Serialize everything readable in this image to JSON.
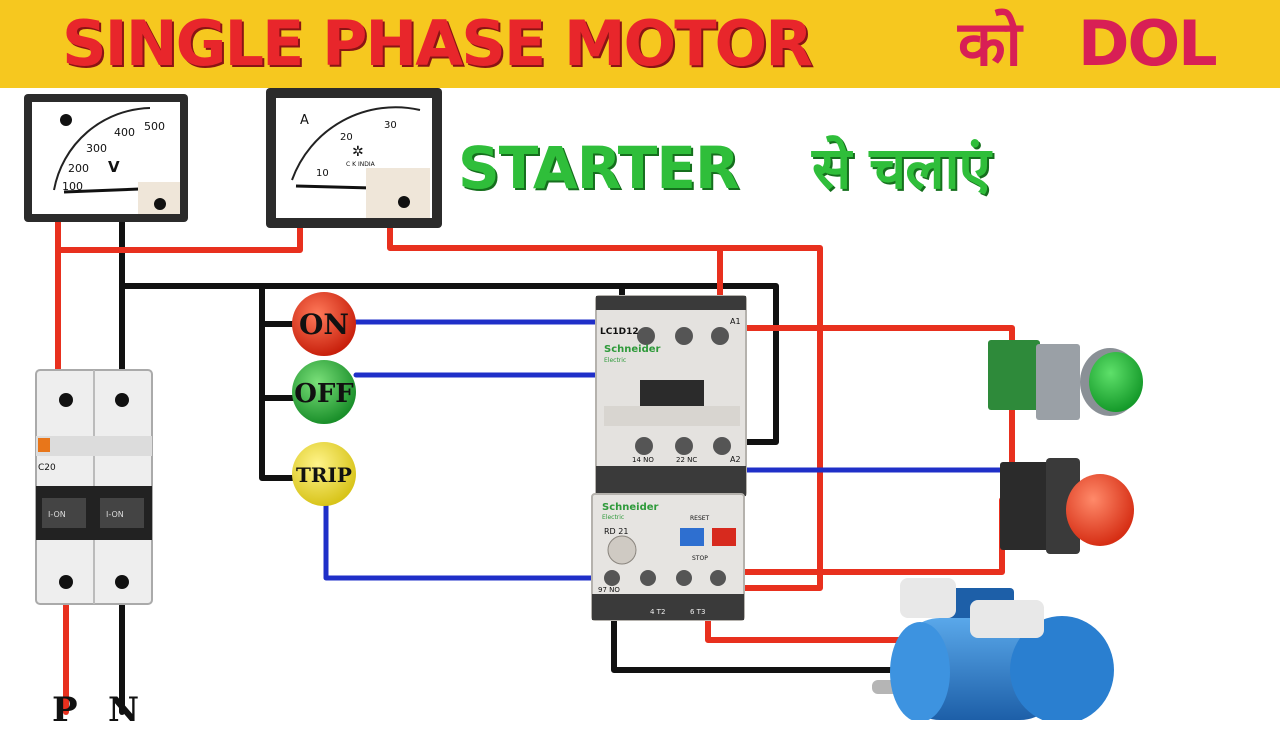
{
  "title": {
    "line1": "SINGLE PHASE MOTOR",
    "line1_hindi": "को",
    "line1_end": "DOL",
    "line2": "STARTER",
    "line2_hindi": "से चलाएं"
  },
  "voltmeter": {
    "unit": "V",
    "scale": [
      "100",
      "200",
      "300",
      "400",
      "500"
    ]
  },
  "ammeter": {
    "unit": "A",
    "scale": [
      "10",
      "20",
      "30"
    ],
    "brand": "C K INDIA"
  },
  "buttons": {
    "on": "ON",
    "off": "OFF",
    "trip": "TRIP"
  },
  "contactor": {
    "model": "LC1D12",
    "brand": "Schneider",
    "brand_sub": "Electric",
    "terminal_a1": "A1",
    "terminal_a2": "A2",
    "terminal_14no": "14 NO",
    "terminal_22nc": "22 NC"
  },
  "overload_relay": {
    "brand": "Schneider",
    "brand_sub": "Electric",
    "model": "RD 21",
    "reset": "RESET",
    "stop": "STOP",
    "t97": "97 NO",
    "t4": "4 T2",
    "t6": "6 T3"
  },
  "mcb": {
    "rating": "C20",
    "on_label": "I-ON"
  },
  "supply": {
    "phase": "P",
    "neutral": "N"
  },
  "colors": {
    "banner": "#f6c81f",
    "title_red": "#e8262b",
    "title_pink": "#d81f55",
    "title_green": "#2fbe3a",
    "wire_red": "#e8301e",
    "wire_black": "#111111",
    "wire_blue": "#1f2fc8",
    "motor_blue": "#2a7fd0"
  }
}
